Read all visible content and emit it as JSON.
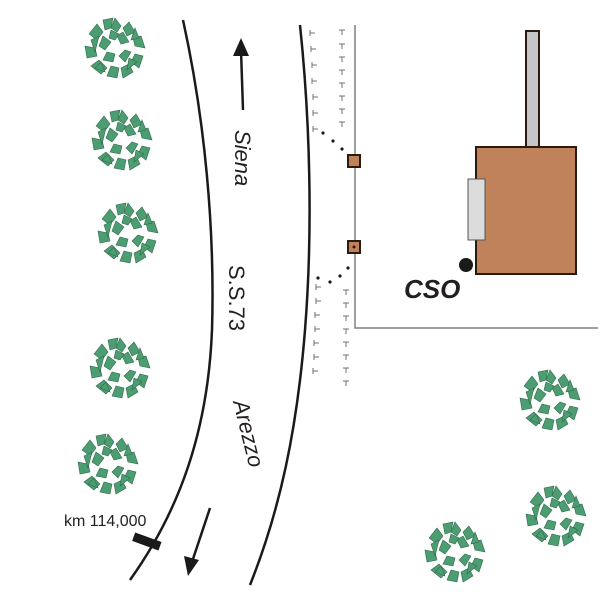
{
  "map": {
    "road_name": "S.S.73",
    "direction_north": "Siena",
    "direction_south": "Arezzo",
    "km_marker": "km 114,000",
    "station_label": "CSO",
    "colors": {
      "building": "#bf825a",
      "tree": "#4c9d72",
      "antenna": "#c6c6c6",
      "door": "#dcdcdc",
      "line": "#1a1a1a",
      "fence": "#808080"
    }
  }
}
